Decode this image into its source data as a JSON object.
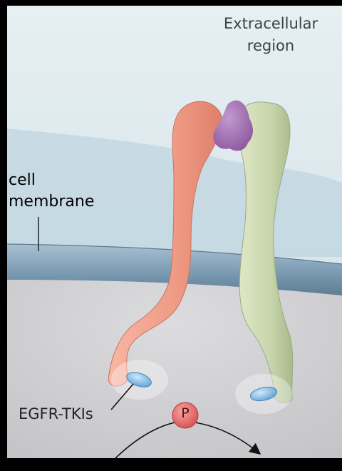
{
  "labels": {
    "extracellular_line1": "Extracellular",
    "extracellular_line2": "region",
    "cell_line1": "cell",
    "cell_line2": "membrane",
    "egfr_tkis": "EGFR-TKIs",
    "phosphate": "P"
  },
  "colors": {
    "extracellular_bg": "#dbe7ec",
    "membrane": "#8fb0c6",
    "cytoplasm": "#d3d3d6",
    "left_receptor": "#f0a08c",
    "right_receptor": "#c9d6ae",
    "ligand": "#a46fb0",
    "inhibitor": "#8fc3e8",
    "phosphate": "#e97070"
  },
  "icons": [
    "ligand-shape",
    "receptor-left",
    "receptor-right",
    "inhibitor-disc",
    "phosphate-circle",
    "reaction-arrow"
  ]
}
